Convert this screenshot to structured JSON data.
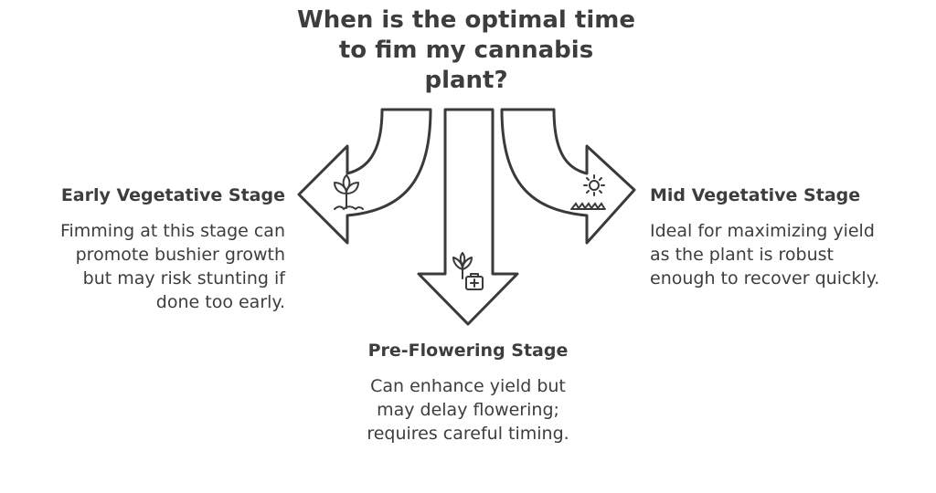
{
  "title": {
    "lines": [
      "When is the optimal time",
      "to fim my cannabis",
      "plant?"
    ]
  },
  "options": {
    "early": {
      "heading": "Early Vegetative Stage",
      "lines": [
        "Fimming at this stage can",
        "promote bushier growth",
        "but may risk stunting if",
        "done too early."
      ],
      "icon": "sprout-icon"
    },
    "mid": {
      "heading": "Mid Vegetative Stage",
      "lines": [
        "Ideal for maximizing yield",
        "as the plant is robust",
        "enough to recover quickly."
      ],
      "icon": "sun-grass-icon"
    },
    "pre": {
      "heading": "Pre-Flowering Stage",
      "lines": [
        "Can enhance yield but",
        "may delay flowering;",
        "requires careful timing."
      ],
      "icon": "plant-medical-bag-icon"
    }
  },
  "colors": {
    "stroke": "#3a3a3a",
    "fill": "#ffffff"
  }
}
